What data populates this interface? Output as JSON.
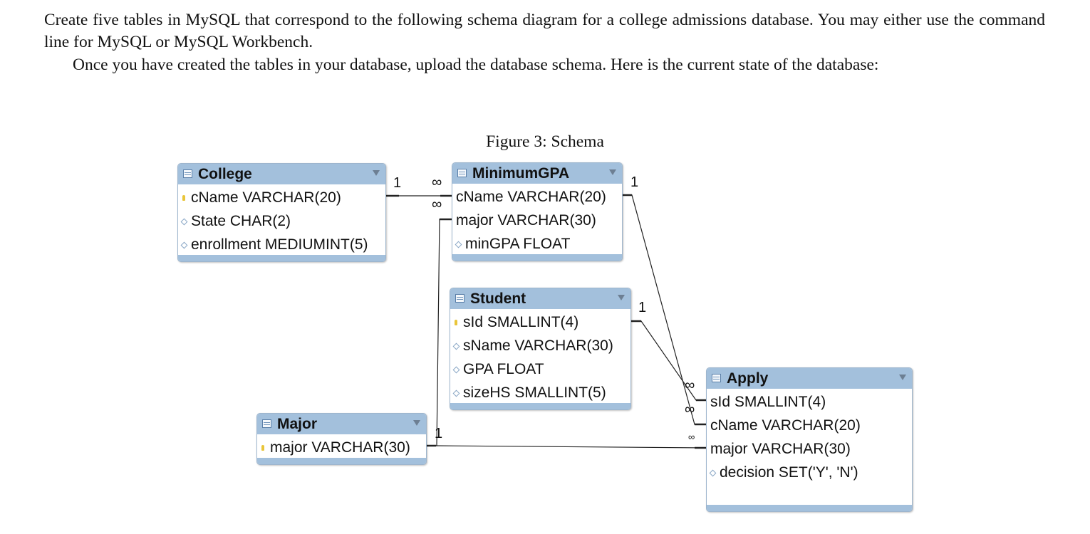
{
  "paragraphs": [
    "Create five tables in MySQL that correspond to the following schema diagram for a college admissions database. You may either use the command line for MySQL or MySQL Workbench.",
    "Once you have created the tables in your database, upload the database schema. Here is the current state of the database:"
  ],
  "figure_caption": "Figure 3: Schema",
  "tables": {
    "college": {
      "name": "College",
      "columns": [
        {
          "text": "cName VARCHAR(20)",
          "marker": "key"
        },
        {
          "text": "State CHAR(2)",
          "marker": "attr"
        },
        {
          "text": "enrollment MEDIUMINT(5)",
          "marker": "attr"
        }
      ]
    },
    "minimumgpa": {
      "name": "MinimumGPA",
      "columns": [
        {
          "text": "cName VARCHAR(20)",
          "marker": "none"
        },
        {
          "text": "major VARCHAR(30)",
          "marker": "none"
        },
        {
          "text": "minGPA FLOAT",
          "marker": "attr"
        }
      ]
    },
    "student": {
      "name": "Student",
      "columns": [
        {
          "text": "sId SMALLINT(4)",
          "marker": "key"
        },
        {
          "text": "sName VARCHAR(30)",
          "marker": "attr"
        },
        {
          "text": "GPA FLOAT",
          "marker": "attr"
        },
        {
          "text": "sizeHS SMALLINT(5)",
          "marker": "attr"
        }
      ]
    },
    "major": {
      "name": "Major",
      "columns": [
        {
          "text": "major VARCHAR(30)",
          "marker": "key"
        }
      ]
    },
    "apply": {
      "name": "Apply",
      "columns": [
        {
          "text": "sId SMALLINT(4)",
          "marker": "none"
        },
        {
          "text": "cName VARCHAR(20)",
          "marker": "none"
        },
        {
          "text": "major VARCHAR(30)",
          "marker": "none"
        },
        {
          "text": "decision SET('Y', 'N')",
          "marker": "attr"
        }
      ]
    }
  },
  "cardinality": {
    "one": "1",
    "many": "∞"
  },
  "icons": {
    "table": "table-icon",
    "primary_key": "key-icon",
    "attribute": "diamond-icon",
    "collapse": "chevron-down-icon"
  }
}
